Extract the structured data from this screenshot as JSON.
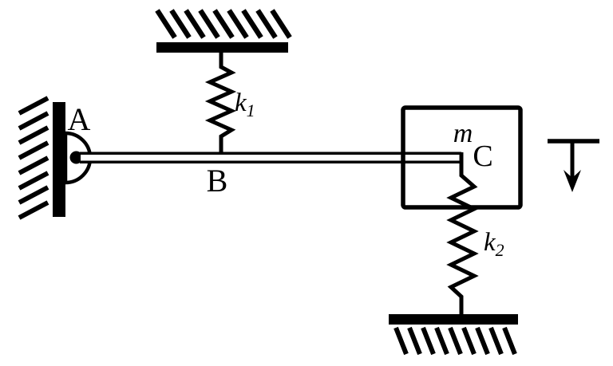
{
  "figure": {
    "background": "#ffffff",
    "ink": "#000000"
  },
  "labels": {
    "support_pin": "A",
    "beam_midpoint": "B",
    "beam_end": "C",
    "mass": "m",
    "spring_top": {
      "base": "k",
      "sub": "1"
    },
    "spring_bottom": {
      "base": "k",
      "sub": "2"
    }
  }
}
